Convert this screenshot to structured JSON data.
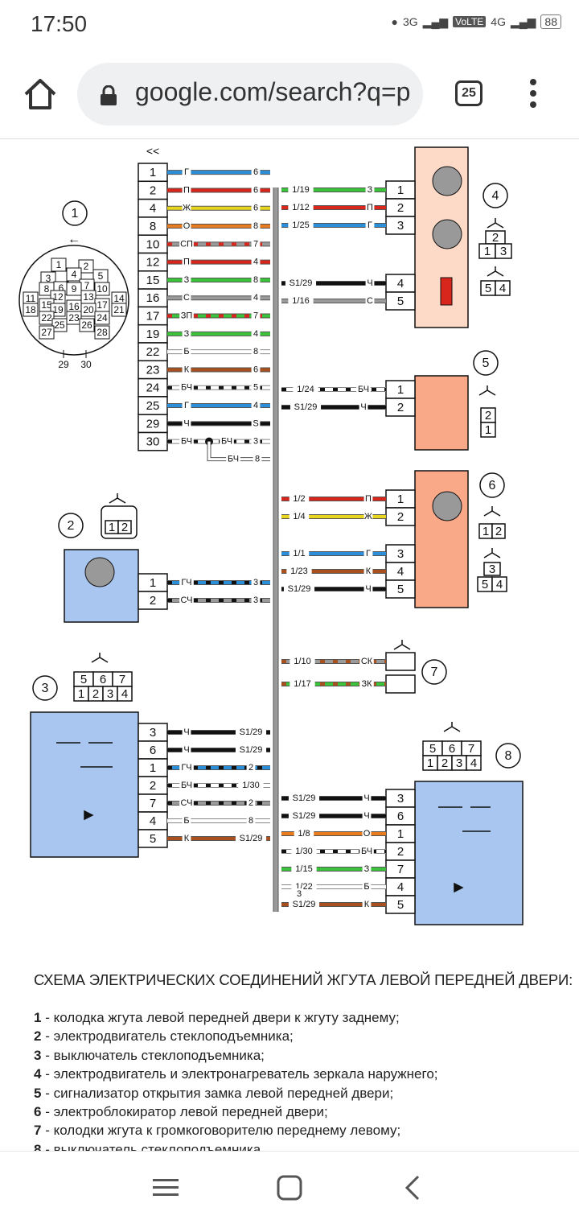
{
  "status_bar": {
    "time": "17:50",
    "network": "3G",
    "volte": "VoLTE",
    "network2": "4G",
    "battery": "88"
  },
  "browser": {
    "url": "google.com/search?q=p",
    "tab_count": "25"
  },
  "diagram": {
    "connector1": {
      "pins": [
        "1",
        "2",
        "4",
        "8",
        "10",
        "12",
        "15",
        "16",
        "17",
        "19",
        "22",
        "23",
        "24",
        "25",
        "29",
        "30"
      ],
      "wire_codes": [
        "Г",
        "П",
        "Ж",
        "О",
        "СП",
        "П",
        "З",
        "С",
        "ЗП",
        "З",
        "Б",
        "К",
        "БЧ",
        "Г",
        "Ч",
        "БЧ"
      ],
      "wire_ends": [
        "6",
        "6",
        "6",
        "8",
        "7",
        "4",
        "8",
        "4",
        "7",
        "4",
        "8",
        "6",
        "5",
        "4",
        "S",
        "3"
      ],
      "splice_codes": [
        "БЧ",
        "БЧ"
      ],
      "splice_ends": [
        "3",
        "8"
      ]
    },
    "connector1_view": {
      "label": "1",
      "pins": [
        "1",
        "2",
        "3",
        "4",
        "5",
        "6",
        "7",
        "8",
        "9",
        "10",
        "11",
        "12",
        "13",
        "14",
        "15",
        "16",
        "17",
        "18",
        "19",
        "20",
        "21",
        "22",
        "23",
        "24",
        "25",
        "26",
        "27",
        "28"
      ],
      "bottom_pins": [
        "29",
        "30"
      ]
    },
    "comp4": {
      "label": "4",
      "pins": [
        "1",
        "2",
        "3",
        "4",
        "5"
      ],
      "wires": [
        "1/19",
        "1/12",
        "1/25",
        "S1/29",
        "1/16"
      ],
      "codes": [
        "З",
        "П",
        "Г",
        "Ч",
        "С"
      ],
      "conn_a": [
        "2",
        "1",
        "3"
      ],
      "conn_b": [
        "5",
        "4"
      ]
    },
    "comp5": {
      "label": "5",
      "pins": [
        "1",
        "2"
      ],
      "wires": [
        "1/24",
        "S1/29"
      ],
      "codes": [
        "БЧ",
        "Ч"
      ],
      "conn": [
        "2",
        "1"
      ]
    },
    "comp6": {
      "label": "6",
      "pins": [
        "1",
        "2",
        "3",
        "4",
        "5"
      ],
      "wires": [
        "1/2",
        "1/4",
        "1/1",
        "1/23",
        "S1/29"
      ],
      "codes": [
        "П",
        "Ж",
        "Г",
        "К",
        "Ч"
      ],
      "conn_a": [
        "1",
        "2"
      ],
      "conn_b": [
        "3",
        "5",
        "4"
      ]
    },
    "comp7": {
      "label": "7",
      "wires": [
        "1/10",
        "1/17"
      ],
      "codes": [
        "СК",
        "ЗК"
      ]
    },
    "comp2": {
      "label": "2",
      "pins": [
        "1",
        "2"
      ],
      "codes": [
        "ГЧ",
        "СЧ"
      ],
      "ends": [
        "3",
        "3"
      ],
      "conn": [
        "1",
        "2"
      ]
    },
    "comp3": {
      "label": "3",
      "pins": [
        "3",
        "6",
        "1",
        "2",
        "7",
        "4",
        "5"
      ],
      "codes": [
        "Ч",
        "Ч",
        "ГЧ",
        "БЧ",
        "СЧ",
        "Б",
        "К"
      ],
      "ends": [
        "S1/29",
        "S1/29",
        "2",
        "1/30",
        "2",
        "8",
        "S1/29"
      ],
      "conn_top": [
        "5",
        "6",
        "7"
      ],
      "conn_bottom": [
        "1",
        "2",
        "3",
        "4"
      ]
    },
    "comp8": {
      "label": "8",
      "pins": [
        "3",
        "6",
        "1",
        "2",
        "7",
        "4",
        "5"
      ],
      "wires": [
        "S1/29",
        "S1/29",
        "1/8",
        "1/30",
        "1/15",
        "1/22",
        "S1/29"
      ],
      "codes": [
        "Ч",
        "Ч",
        "О",
        "БЧ",
        "З",
        "Б",
        "К"
      ],
      "extra_wire": "3",
      "conn_top": [
        "5",
        "6",
        "7"
      ],
      "conn_bottom": [
        "1",
        "2",
        "3",
        "4"
      ]
    }
  },
  "caption": {
    "title": "СХЕМА ЭЛЕКТРИЧЕСКИХ СОЕДИНЕНИЙ ЖГУТА ЛЕВОЙ ПЕРЕДНЕЙ ДВЕРИ:",
    "items": [
      {
        "num": "1",
        "text": " - колодка жгута левой передней двери к жгуту заднему;"
      },
      {
        "num": "2",
        "text": " - электродвигатель стеклоподъемника;"
      },
      {
        "num": "3",
        "text": " - выключатель стеклоподъемника;"
      },
      {
        "num": "4",
        "text": " - электродвигатель и электронагреватель зеркала наружнего;"
      },
      {
        "num": "5",
        "text": " - сигнализатор открытия замка левой передней двери;"
      },
      {
        "num": "6",
        "text": " - электроблокиратор левой передней двери;"
      },
      {
        "num": "7",
        "text": " - колодки жгута к громкоговорителю переднему левому;"
      },
      {
        "num": "8",
        "text": " - выключатель стеклоподъемника."
      }
    ]
  },
  "colors": {
    "Г": "#2a8fd8",
    "П": "#d9261c",
    "Ж": "#e8d520",
    "О": "#e87b1e",
    "С": "#9a9a9a",
    "З": "#3bc43b",
    "Б": "#ffffff",
    "К": "#a8501e",
    "Ч": "#111111",
    "salmon": "#f9a888",
    "peach": "#fdd9c7",
    "blue_panel": "#a9c6f0"
  }
}
